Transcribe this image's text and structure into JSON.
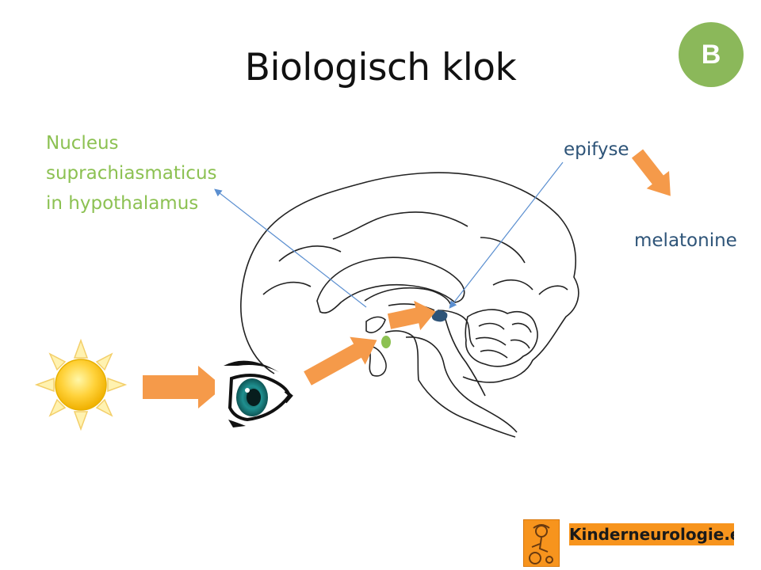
{
  "slide": {
    "title": "Biologisch klok",
    "badge": "B"
  },
  "labels": {
    "scn_line1": "Nucleus",
    "scn_line2": "suprachiasmaticus",
    "scn_line3": "in hypothalamus",
    "epiphysis": "epifyse",
    "melatonin": "melatonine"
  },
  "footer": {
    "site": "Kinderneurologie.eu"
  },
  "colors": {
    "green": "#8cc152",
    "blue_text": "#2e5478",
    "orange_arrow": "#f59a4a",
    "badge_green": "#8bb85a",
    "pointer_line": "#5b8fd0",
    "pineal": "#2e5478"
  },
  "icons": [
    "sun-icon",
    "eye-icon",
    "brain-illustration",
    "logo-icon"
  ]
}
